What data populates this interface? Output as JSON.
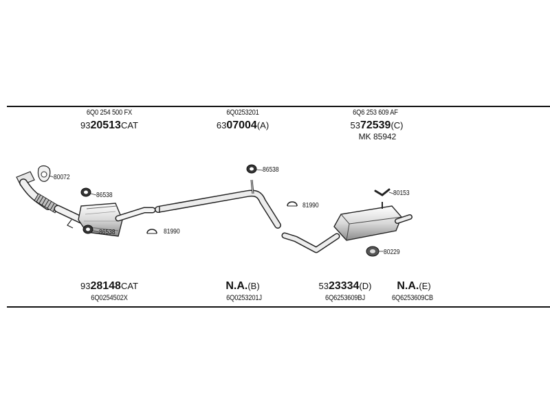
{
  "top_row": [
    {
      "oe": "6Q0 254 500 FX",
      "prefix": "93",
      "bold": "20513",
      "suffix": "CAT"
    },
    {
      "oe": "6Q0253201",
      "prefix": "63",
      "bold": "07004",
      "suffix": "(A)"
    },
    {
      "oe": "6Q6 253 609 AF",
      "prefix": "53",
      "bold": "72539",
      "suffix": "(C)",
      "kit": "MK  85942"
    }
  ],
  "bottom_row": [
    {
      "prefix": "93",
      "bold": "28148",
      "suffix": "CAT",
      "oe": "6Q0254502X"
    },
    {
      "prefix": "",
      "bold": "N.A.",
      "suffix": "(B)",
      "oe": "6Q0253201J"
    },
    {
      "prefix": "53",
      "bold": "23334",
      "suffix": "(D)",
      "oe": "6Q6253609BJ"
    },
    {
      "prefix": "",
      "bold": "N.A.",
      "suffix": "(E)",
      "oe": "6Q6253609CB"
    }
  ],
  "callouts": {
    "gasket_front": "80072",
    "clamp_upper_left": "86538",
    "clamp_lower_left": "86538",
    "ring_middle": "81990",
    "clamp_middle": "86538",
    "ring_right": "81990",
    "hanger_right": "80153",
    "mount_right": "80229"
  }
}
